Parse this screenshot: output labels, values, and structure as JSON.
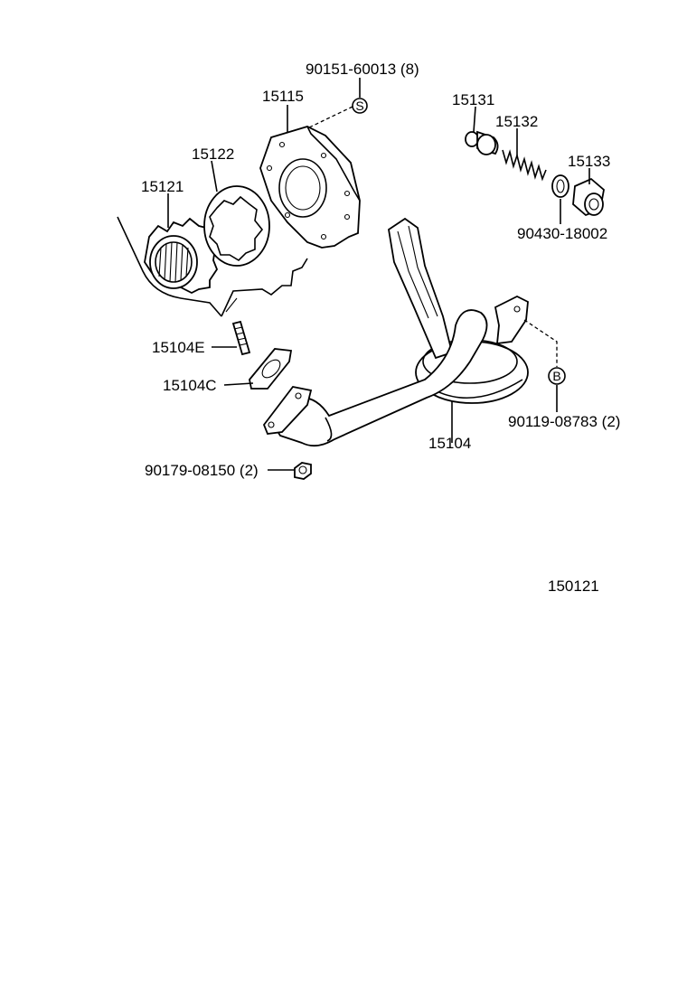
{
  "labels": {
    "bolt_top": "90151-60013 (8)",
    "cover": "15115",
    "gear_outer": "15122",
    "gear_inner": "15121",
    "relief_valve": "15131",
    "spring": "15132",
    "plug": "15133",
    "gasket_ring": "90430-18002",
    "stud": "15104E",
    "gasket": "15104C",
    "strainer": "15104",
    "bolt_right": "90119-08783 (2)",
    "nut": "90179-08150 (2)",
    "diagram_number": "150121"
  },
  "symbols": {
    "s_mark": "S",
    "b_mark": "B"
  }
}
